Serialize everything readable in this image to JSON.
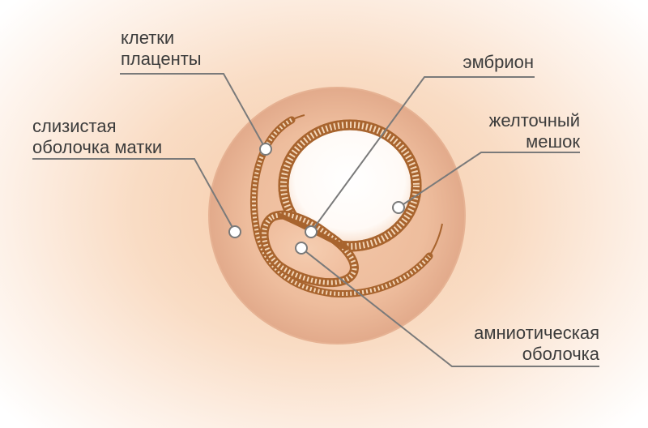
{
  "labels": {
    "placenta": {
      "line1": "клетки",
      "line2": "плаценты"
    },
    "uterus": {
      "line1": "слизистая",
      "line2": "оболочка матки"
    },
    "embryo": {
      "line1": "эмбрион"
    },
    "yolk_sac": {
      "line1": "желточный",
      "line2": "мешок"
    },
    "amnion": {
      "line1": "амниотическая",
      "line2": "оболочка"
    }
  },
  "colors": {
    "membrane": "#a8642e",
    "cell_fill": "#f3d6b8",
    "leader_line": "#7a7a7a",
    "sphere": "#e8b79a",
    "sac_interior": "#ffffff"
  }
}
